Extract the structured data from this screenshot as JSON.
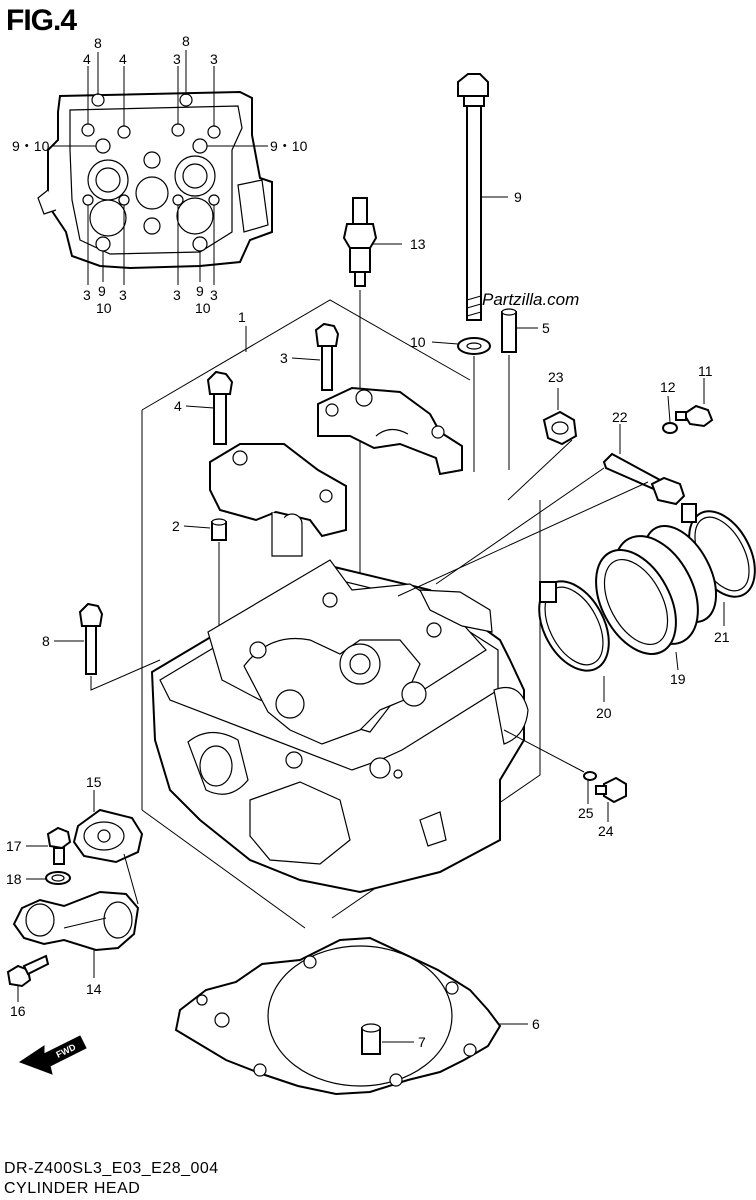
{
  "figure_title": "FIG.4",
  "brand_watermark": "Partzilla.com",
  "diagram_code": "DR-Z400SL3_E03_E28_004",
  "diagram_subtitle": "CYLINDER HEAD",
  "fwd_arrow_label": "FWD",
  "callouts": {
    "c1": "1",
    "c2": "2",
    "c3a": "3",
    "c3b": "3",
    "c3c": "3",
    "c3d": "3",
    "c3e": "3",
    "c3f": "3",
    "c3g": "3",
    "c4a": "4",
    "c4b": "4",
    "c4c": "4",
    "c5": "5",
    "c6": "6",
    "c7": "7",
    "c8a": "8",
    "c8b": "8",
    "c8c": "8",
    "c9": "9",
    "c9a": "9",
    "c9b": "9",
    "c910a": "9・10",
    "c910b": "9・10",
    "c10": "10",
    "c10a": "10",
    "c10b": "10",
    "c11": "11",
    "c12": "12",
    "c13": "13",
    "c14": "14",
    "c15": "15",
    "c16": "16",
    "c17": "17",
    "c18": "18",
    "c19": "19",
    "c20": "20",
    "c21": "21",
    "c22": "22",
    "c23": "23",
    "c24": "24",
    "c25": "25"
  }
}
